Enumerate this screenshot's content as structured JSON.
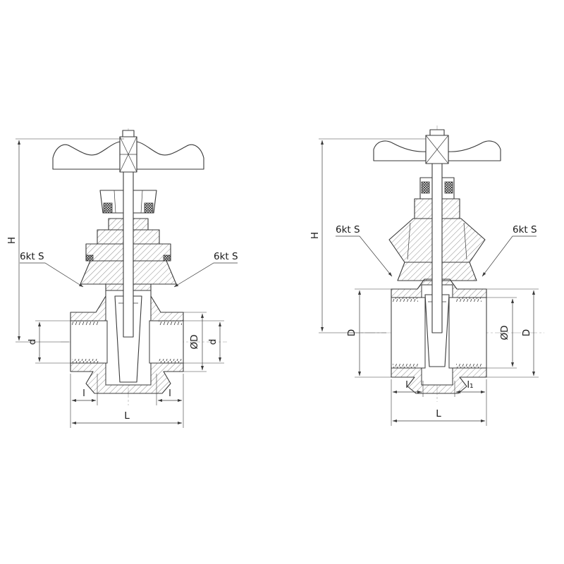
{
  "left_valve": {
    "labels": {
      "H": "H",
      "hex_left": "6kt S",
      "hex_right": "6kt S",
      "d_left": "d",
      "phiD": "ØD",
      "d_right": "d",
      "l_left": "l",
      "l_right": "l",
      "L": "L"
    }
  },
  "right_valve": {
    "labels": {
      "H": "H",
      "hex_left": "6kt S",
      "hex_right": "6kt S",
      "D_left": "D",
      "phiD": "ØD",
      "D_right": "D",
      "l": "l",
      "l1": "l₁",
      "L": "L"
    }
  }
}
